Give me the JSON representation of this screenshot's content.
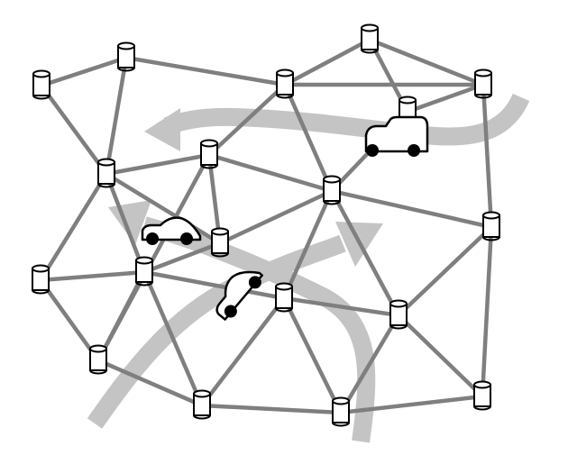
{
  "diagram": {
    "description_free": true,
    "colors": {
      "edge": "#7f7f7f",
      "flow_arrow": "#c4c4c4",
      "node_fill": "#ffffff",
      "node_stroke": "#000000",
      "vehicle_fill": "#ffffff",
      "wheel": "#000000"
    },
    "nodes": [
      {
        "id": "n1"
      },
      {
        "id": "n2"
      },
      {
        "id": "n3"
      },
      {
        "id": "n4"
      },
      {
        "id": "n5"
      },
      {
        "id": "n6"
      },
      {
        "id": "n7"
      },
      {
        "id": "n8"
      },
      {
        "id": "n9"
      },
      {
        "id": "n10"
      },
      {
        "id": "n11"
      },
      {
        "id": "n12"
      },
      {
        "id": "n13"
      },
      {
        "id": "n14"
      },
      {
        "id": "n15"
      },
      {
        "id": "n16"
      },
      {
        "id": "n17"
      },
      {
        "id": "n18"
      },
      {
        "id": "n19"
      },
      {
        "id": "n20"
      },
      {
        "id": "n21"
      }
    ],
    "edges": [
      [
        "n1",
        "n2"
      ],
      [
        "n2",
        "n3"
      ],
      [
        "n3",
        "n4"
      ],
      [
        "n4",
        "n5"
      ],
      [
        "n3",
        "n5"
      ],
      [
        "n3",
        "n6"
      ],
      [
        "n2",
        "n3"
      ],
      [
        "n1",
        "n7"
      ],
      [
        "n2",
        "n7"
      ],
      [
        "n7",
        "n8"
      ],
      [
        "n8",
        "n3"
      ],
      [
        "n7",
        "n11"
      ],
      [
        "n7",
        "n12"
      ],
      [
        "n8",
        "n9"
      ],
      [
        "n8",
        "n10"
      ],
      [
        "n3",
        "n9"
      ],
      [
        "n9",
        "n10"
      ],
      [
        "n9",
        "n13"
      ],
      [
        "n9",
        "n16"
      ],
      [
        "n10",
        "n13"
      ],
      [
        "n11",
        "n12"
      ],
      [
        "n11",
        "n17"
      ],
      [
        "n12",
        "n17"
      ],
      [
        "n12",
        "n18"
      ],
      [
        "n12",
        "n15"
      ],
      [
        "n15",
        "n14"
      ],
      [
        "n15",
        "n20"
      ],
      [
        "n15",
        "n16"
      ],
      [
        "n16",
        "n13"
      ],
      [
        "n16",
        "n19"
      ],
      [
        "n13",
        "n19"
      ],
      [
        "n17",
        "n18"
      ],
      [
        "n18",
        "n20"
      ],
      [
        "n20",
        "n19"
      ],
      [
        "n19",
        "n21"
      ],
      [
        "n20",
        "n21"
      ],
      [
        "n16",
        "n21"
      ],
      [
        "n14",
        "n10"
      ]
    ],
    "vehicles": [
      {
        "id": "car-1",
        "heading": "right"
      },
      {
        "id": "car-2",
        "heading": "right"
      },
      {
        "id": "car-3",
        "heading": "up-right"
      }
    ],
    "flow_arrows": [
      {
        "id": "flow-top",
        "direction": "left"
      },
      {
        "id": "flow-diagonal",
        "direction": "up-right"
      },
      {
        "id": "flow-bottom",
        "direction": "up-left"
      }
    ]
  }
}
